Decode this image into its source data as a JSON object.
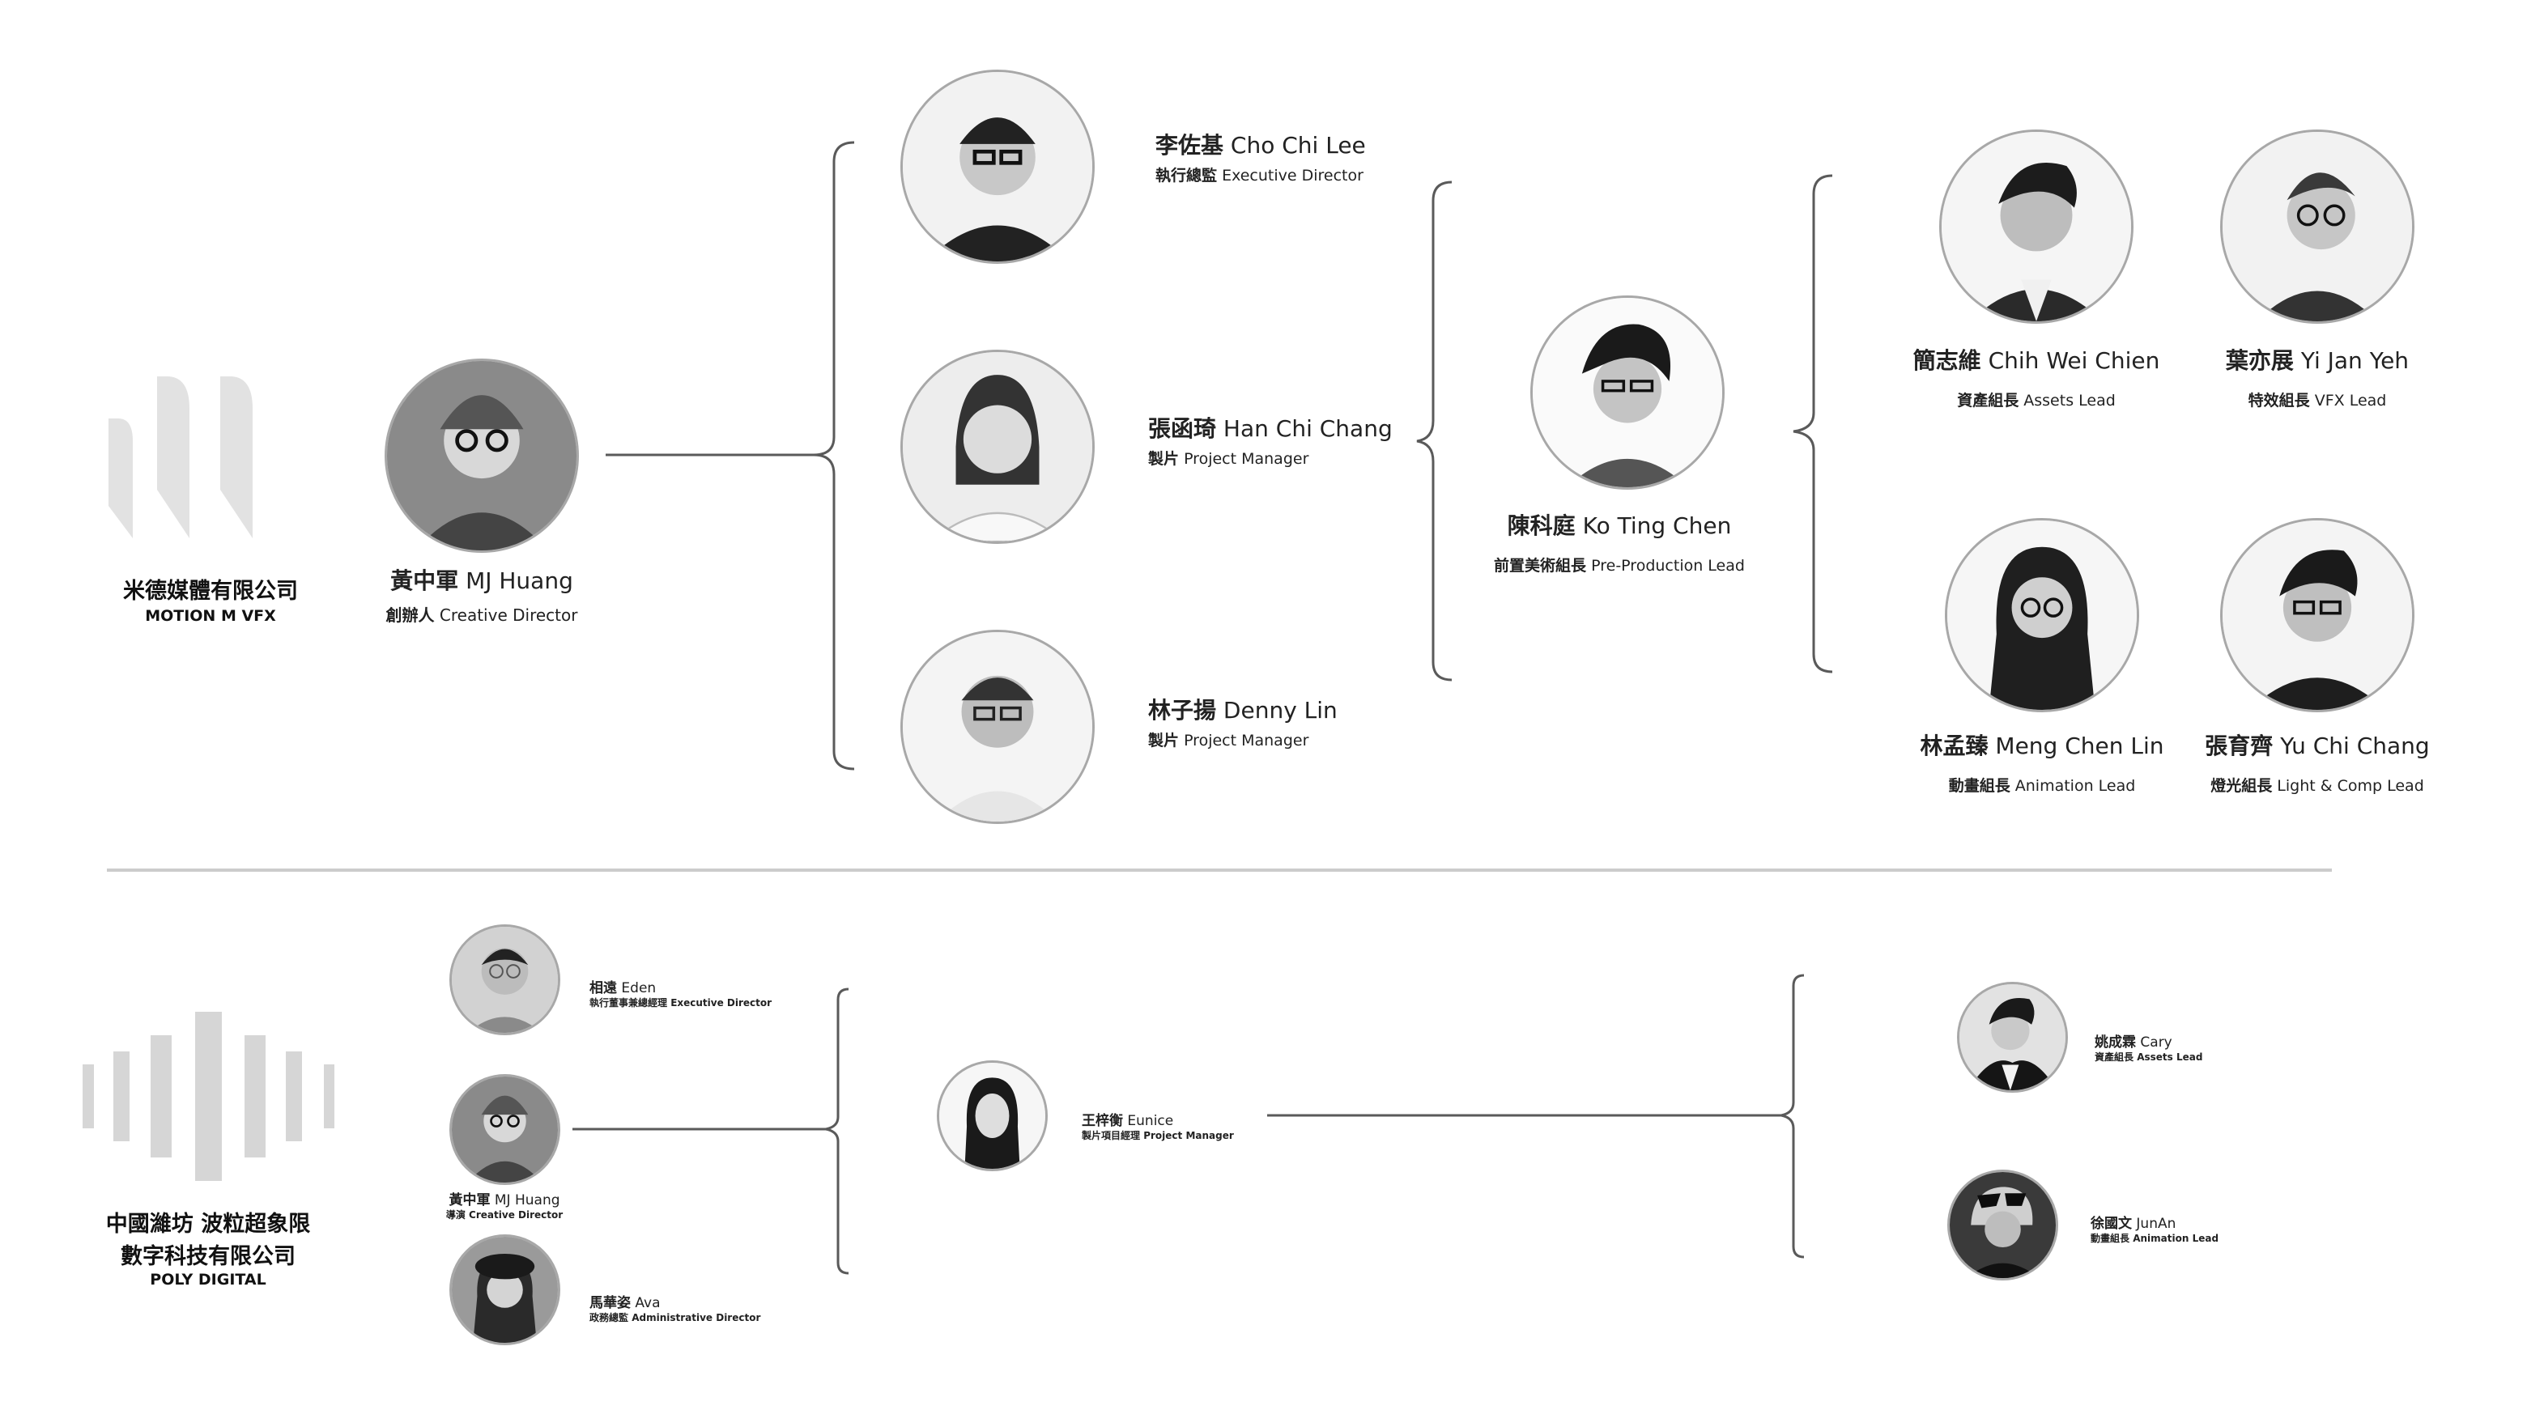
{
  "colors": {
    "background": "#ffffff",
    "text": "#222222",
    "connector": "#5a5a5a",
    "avatar_border": "#a8a8a8",
    "logo_gray": "#e2e2e2",
    "divider": "#cccccc"
  },
  "top_company": {
    "name_zh": "米德媒體有限公司",
    "name_en": "MOTION M VFX",
    "logo_icon": "motion-m-logo-icon"
  },
  "top_chart": {
    "founder": {
      "name_zh": "黃中軍",
      "name_en": "MJ Huang",
      "role_zh": "創辦人",
      "role_en": "Creative Director"
    },
    "level2": [
      {
        "name_zh": "李佐基",
        "name_en": "Cho Chi Lee",
        "role_zh": "執行總監",
        "role_en": "Executive Director"
      },
      {
        "name_zh": "張函琦",
        "name_en": "Han Chi Chang",
        "role_zh": "製片",
        "role_en": "Project Manager"
      },
      {
        "name_zh": "林子揚",
        "name_en": "Denny Lin",
        "role_zh": "製片",
        "role_en": "Project Manager"
      }
    ],
    "level3": {
      "name_zh": "陳科庭",
      "name_en": "Ko Ting Chen",
      "role_zh": "前置美術組長",
      "role_en": "Pre-Production Lead"
    },
    "level4": [
      {
        "name_zh": "簡志維",
        "name_en": "Chih Wei Chien",
        "role_zh": "資產組長",
        "role_en": "Assets Lead"
      },
      {
        "name_zh": "葉亦展",
        "name_en": "Yi Jan Yeh",
        "role_zh": "特效組長",
        "role_en": "VFX Lead"
      },
      {
        "name_zh": "林孟臻",
        "name_en": "Meng Chen Lin",
        "role_zh": "動畫組長",
        "role_en": "Animation Lead"
      },
      {
        "name_zh": "張育齊",
        "name_en": "Yu Chi Chang",
        "role_zh": "燈光組長",
        "role_en": "Light & Comp Lead"
      }
    ]
  },
  "bottom_company": {
    "name_zh_line1": "中國濰坊 波粒超象限",
    "name_zh_line2": "數字科技有限公司",
    "name_en": "POLY DIGITAL",
    "logo_icon": "poly-digital-bars-logo-icon"
  },
  "bottom_chart": {
    "level1": [
      {
        "name_zh": "相遠",
        "name_en": "Eden",
        "role_zh": "執行董事兼總經理",
        "role_en": "Executive Director"
      },
      {
        "name_zh": "黃中軍",
        "name_en": "MJ Huang",
        "role_zh": "導演",
        "role_en": "Creative Director"
      },
      {
        "name_zh": "馬華姿",
        "name_en": "Ava",
        "role_zh": "政務總監",
        "role_en": "Administrative Director"
      }
    ],
    "level2": {
      "name_zh": "王梓衡",
      "name_en": "Eunice",
      "role_zh": "製片項目經理",
      "role_en": "Project Manager"
    },
    "level3": [
      {
        "name_zh": "姚成霖",
        "name_en": "Cary",
        "role_zh": "資產組長",
        "role_en": "Assets Lead"
      },
      {
        "name_zh": "徐國文",
        "name_en": "JunAn",
        "role_zh": "動畫組長",
        "role_en": "Animation Lead"
      }
    ]
  }
}
